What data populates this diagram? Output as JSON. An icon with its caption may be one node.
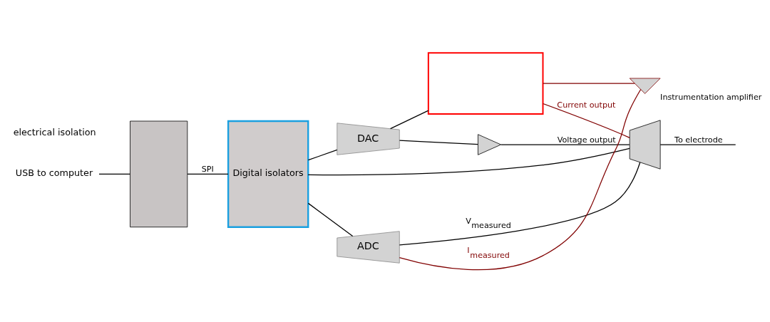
{
  "diagram": {
    "nodes": [
      {
        "text": [
          "USB to computer"
        ]
      },
      {
        "text": [],
        "shape": "box"
      },
      {
        "text": [
          "Digital isolators"
        ]
      },
      {
        "text": [
          "DAC"
        ]
      },
      {
        "text": [
          "ADC"
        ]
      },
      {
        "text": [],
        "shape": "box"
      },
      {
        "text": [],
        "shape": "triangle"
      },
      {
        "text": [],
        "shape": "trapezoid"
      },
      {
        "text": [],
        "shape": "triangle",
        "beside": [
          "Instrumentation amplifier"
        ]
      }
    ],
    "edges": [
      {
        "from": 0,
        "to": 1,
        "arrow": "none"
      },
      {
        "from": 1,
        "to": 2,
        "arrow": "none",
        "label": "SPI"
      },
      {
        "from": 2,
        "to": 3,
        "arrow": "none"
      },
      {
        "from": 2,
        "to": 7,
        "arrow": "none"
      },
      {
        "from": 3,
        "to": 6,
        "arrow": "none"
      },
      {
        "from": 3,
        "to": 5,
        "arrow": "none"
      },
      {
        "from": 6,
        "to": 7,
        "arrow": "none",
        "label": "Voltage output"
      },
      {
        "from": 5,
        "to": 7,
        "arrow": "none",
        "label": "Current output",
        "color": "#800000"
      },
      {
        "from": 5,
        "to": 8,
        "arrow": "none",
        "color": "#800000"
      },
      {
        "from": 8,
        "to": 4,
        "arrow": "none",
        "label": "I$_{measured}$",
        "color": "#800000"
      },
      {
        "from": 7,
        "to": 4,
        "arrow": "none",
        "label": "V$_{measured}$"
      },
      {
        "from": 4,
        "to": 2,
        "arrow": "none"
      },
      {
        "from": 7,
        "to": null,
        "arrow": "none",
        "label": "To electrode"
      }
    ],
    "labels": [
      "electrical isolation"
    ]
  }
}
